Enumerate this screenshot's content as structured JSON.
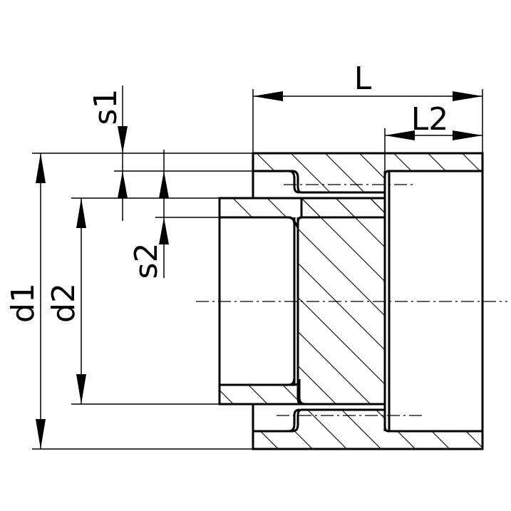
{
  "labels": {
    "L": "L",
    "L2": "L2",
    "s1": "s1",
    "s2": "s2",
    "d1": "d1",
    "d2": "d2"
  },
  "colors": {
    "stroke": "#000000",
    "background": "#ffffff"
  }
}
